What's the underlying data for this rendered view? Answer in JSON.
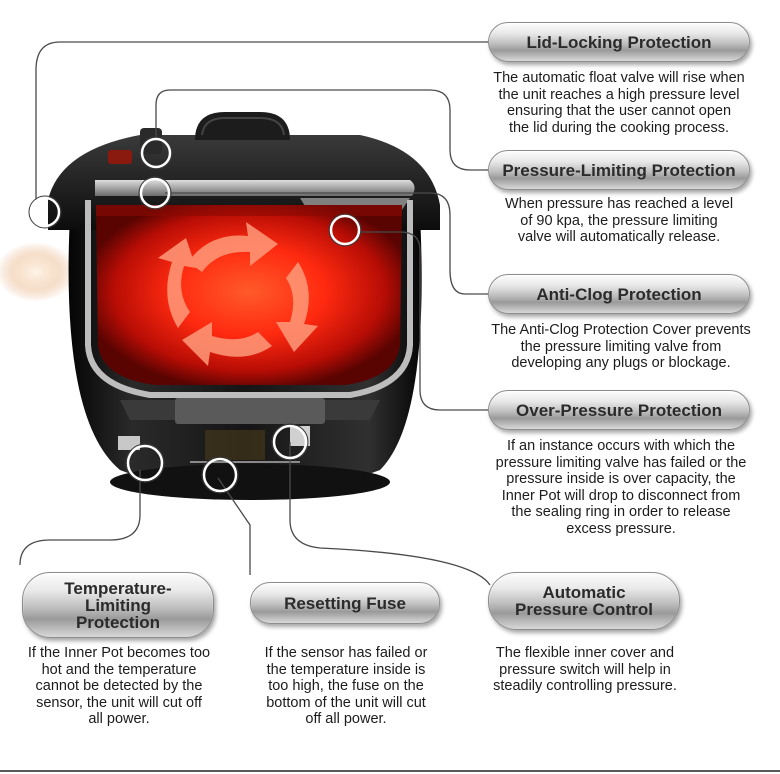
{
  "callouts": {
    "lid_locking": {
      "title": "Lid-Locking Protection",
      "lines": [
        "The automatic float valve will rise when",
        "the unit reaches a high pressure level",
        "ensuring that the user cannot open",
        "the lid during the cooking process."
      ]
    },
    "pressure_limiting": {
      "title": "Pressure-Limiting Protection",
      "lines": [
        "When pressure has reached a level",
        "of 90 kpa, the pressure limiting",
        "valve will automatically release."
      ]
    },
    "anti_clog": {
      "title": "Anti-Clog Protection",
      "lines": [
        "The Anti-Clog Protection Cover prevents",
        "the pressure limiting valve from",
        "developing any plugs or blockage."
      ]
    },
    "over_pressure": {
      "title": "Over-Pressure Protection",
      "lines": [
        "If an instance occurs with which the",
        "pressure limiting valve has failed or the",
        "pressure inside is over capacity, the",
        "Inner Pot will drop to disconnect from",
        "the sealing ring in order to release",
        "excess pressure."
      ]
    },
    "temperature_limiting": {
      "title_lines": [
        "Temperature-",
        "Limiting",
        "Protection"
      ],
      "lines": [
        "If the Inner Pot becomes too",
        "hot and the temperature",
        "cannot be detected by the",
        "sensor, the unit will cut off",
        "all power."
      ]
    },
    "resetting_fuse": {
      "title": "Resetting Fuse",
      "lines": [
        "If the sensor has failed or",
        "the temperature inside is",
        "too high, the fuse on the",
        "bottom of the unit will cut",
        "off all power."
      ]
    },
    "automatic_pressure": {
      "title_lines": [
        "Automatic",
        "Pressure Control"
      ],
      "lines": [
        "The flexible inner cover and",
        "pressure switch will help in",
        "steadily controlling pressure."
      ]
    }
  },
  "colors": {
    "body": "#141414",
    "glow": "#ff2a10",
    "leader": "#4a4a4a"
  }
}
